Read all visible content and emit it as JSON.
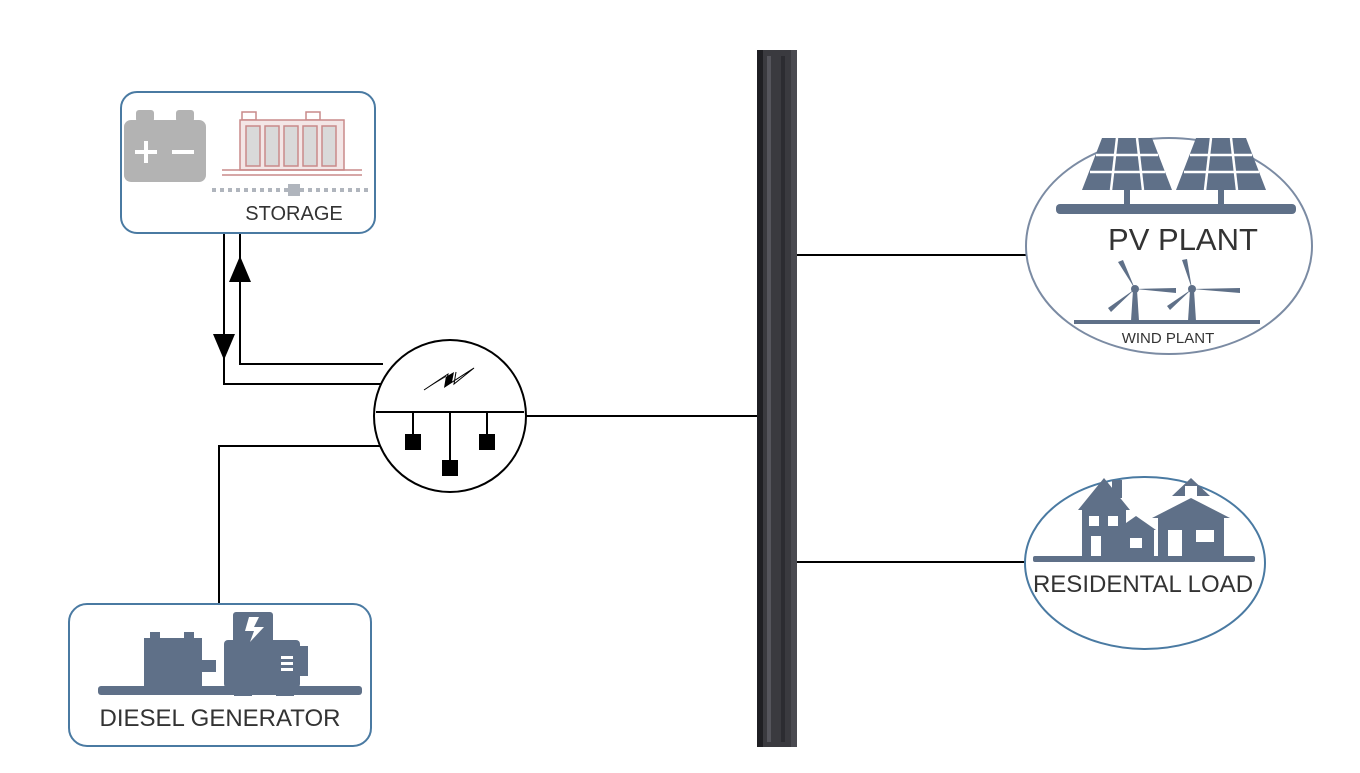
{
  "storage": {
    "label": "STORAGE"
  },
  "diesel": {
    "label": "DIESEL GENERATOR"
  },
  "pv": {
    "label": "PV PLANT"
  },
  "wind": {
    "label": "WIND PLANT"
  },
  "load": {
    "label": "RESIDENTAL LOAD"
  },
  "colors": {
    "box_border": "#4a7aa2",
    "icon_slate": "#5f7088",
    "battery_gray": "#b3b3b3",
    "storage_red": "#c98a8a",
    "bus_bar": "#3a3a3f",
    "wire": "#000000"
  }
}
